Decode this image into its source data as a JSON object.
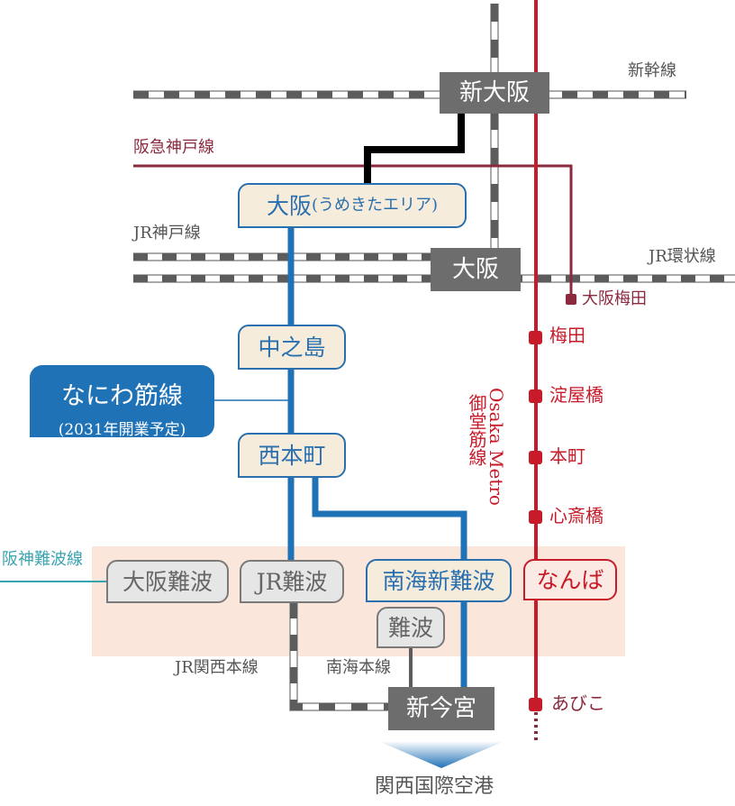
{
  "title": "なにわ筋線 路線図",
  "colors": {
    "jr_dark": "#5c5c5c",
    "naniwa_blue": "#1f72b6",
    "midosuji_red": "#c81b2a",
    "hankyu_maroon": "#8b2a3e",
    "hanshin_teal": "#3aa3b0",
    "namba_zone": "#fbe6dc",
    "station_fill": "#f6ecdc"
  },
  "lines": {
    "shinkansen": "新幹線",
    "hankyu_kobe": "阪急神戸線",
    "jr_kobe": "JR神戸線",
    "jr_loop": "JR環状線",
    "midosuji_en": "Osaka Metro",
    "midosuji_jp": "御堂筋線",
    "hanshin_namba": "阪神難波線",
    "jr_kansai": "JR関西本線",
    "nankai_main": "南海本線"
  },
  "naniwa": {
    "name": "なにわ筋線",
    "note": "(2031年開業予定)"
  },
  "stations": {
    "shin_osaka": "新大阪",
    "osaka_umekita": "大阪",
    "osaka_umekita_sub": "(うめきたエリア)",
    "osaka_jr": "大阪",
    "nakanoshima": "中之島",
    "nishihonmachi": "西本町",
    "osaka_namba": "大阪難波",
    "jr_namba": "JR難波",
    "nankai_shin_namba": "南海新難波",
    "namba_metro": "なんば",
    "namba_nankai": "難波",
    "shin_imamiya": "新今宮",
    "osaka_umeda": "大阪梅田",
    "umeda": "梅田",
    "yodoyabashi": "淀屋橋",
    "honmachi": "本町",
    "shinsaibashi": "心斎橋",
    "abiko": "あびこ"
  },
  "destination": "関西国際空港"
}
